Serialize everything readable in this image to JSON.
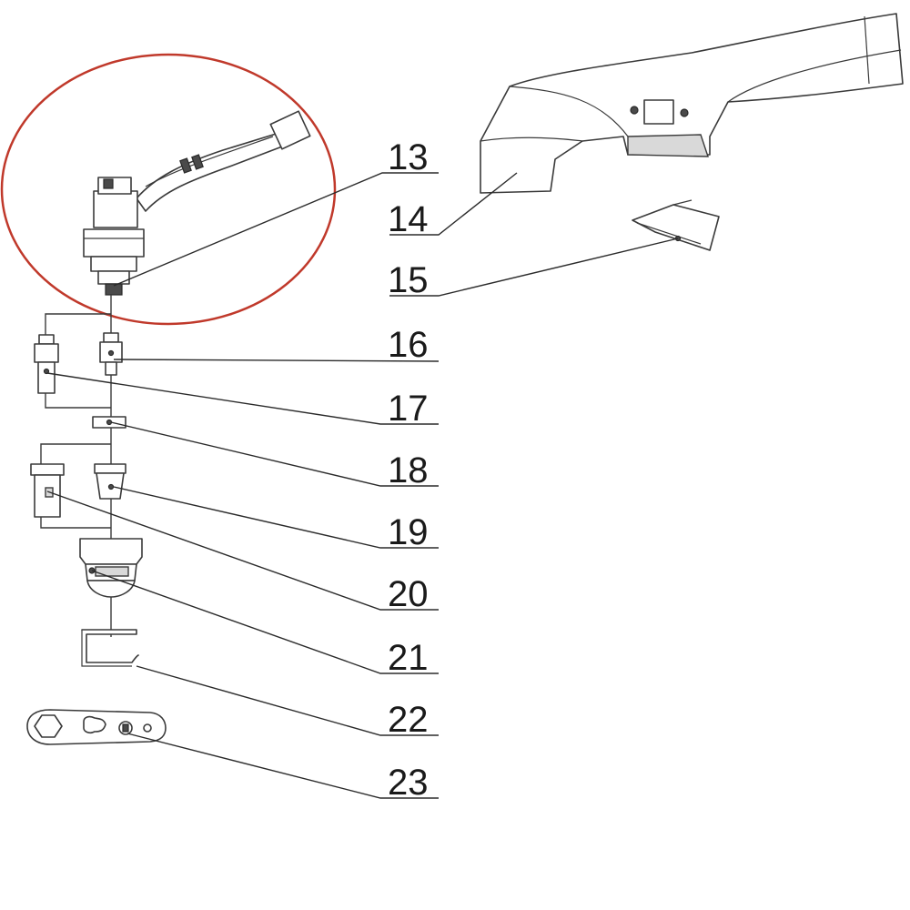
{
  "callouts": [
    {
      "id": "13",
      "label": "13"
    },
    {
      "id": "14",
      "label": "14"
    },
    {
      "id": "15",
      "label": "15"
    },
    {
      "id": "16",
      "label": "16"
    },
    {
      "id": "17",
      "label": "17"
    },
    {
      "id": "18",
      "label": "18"
    },
    {
      "id": "19",
      "label": "19"
    },
    {
      "id": "20",
      "label": "20"
    },
    {
      "id": "21",
      "label": "21"
    },
    {
      "id": "22",
      "label": "22"
    },
    {
      "id": "23",
      "label": "23"
    }
  ],
  "highlight_color": "#c0392b"
}
